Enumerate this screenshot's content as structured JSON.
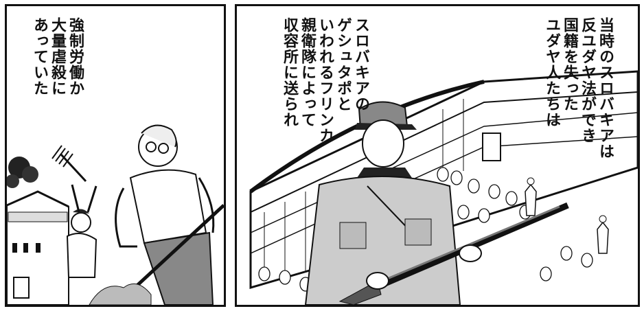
{
  "left_panel": {
    "caption_lines": [
      "強制労働か",
      "大量虐殺に",
      "あっていた"
    ]
  },
  "right_panel": {
    "caption_a_lines": [
      "当時のスロバキアは",
      "反ユダヤ法ができ",
      "国籍を失った",
      "ユダヤ人たちは"
    ],
    "caption_b_lines": [
      "スロバキアの",
      "ゲシュタポと",
      "いわれるフリンカ",
      "親衛隊によって",
      "収容所に送られ"
    ]
  }
}
